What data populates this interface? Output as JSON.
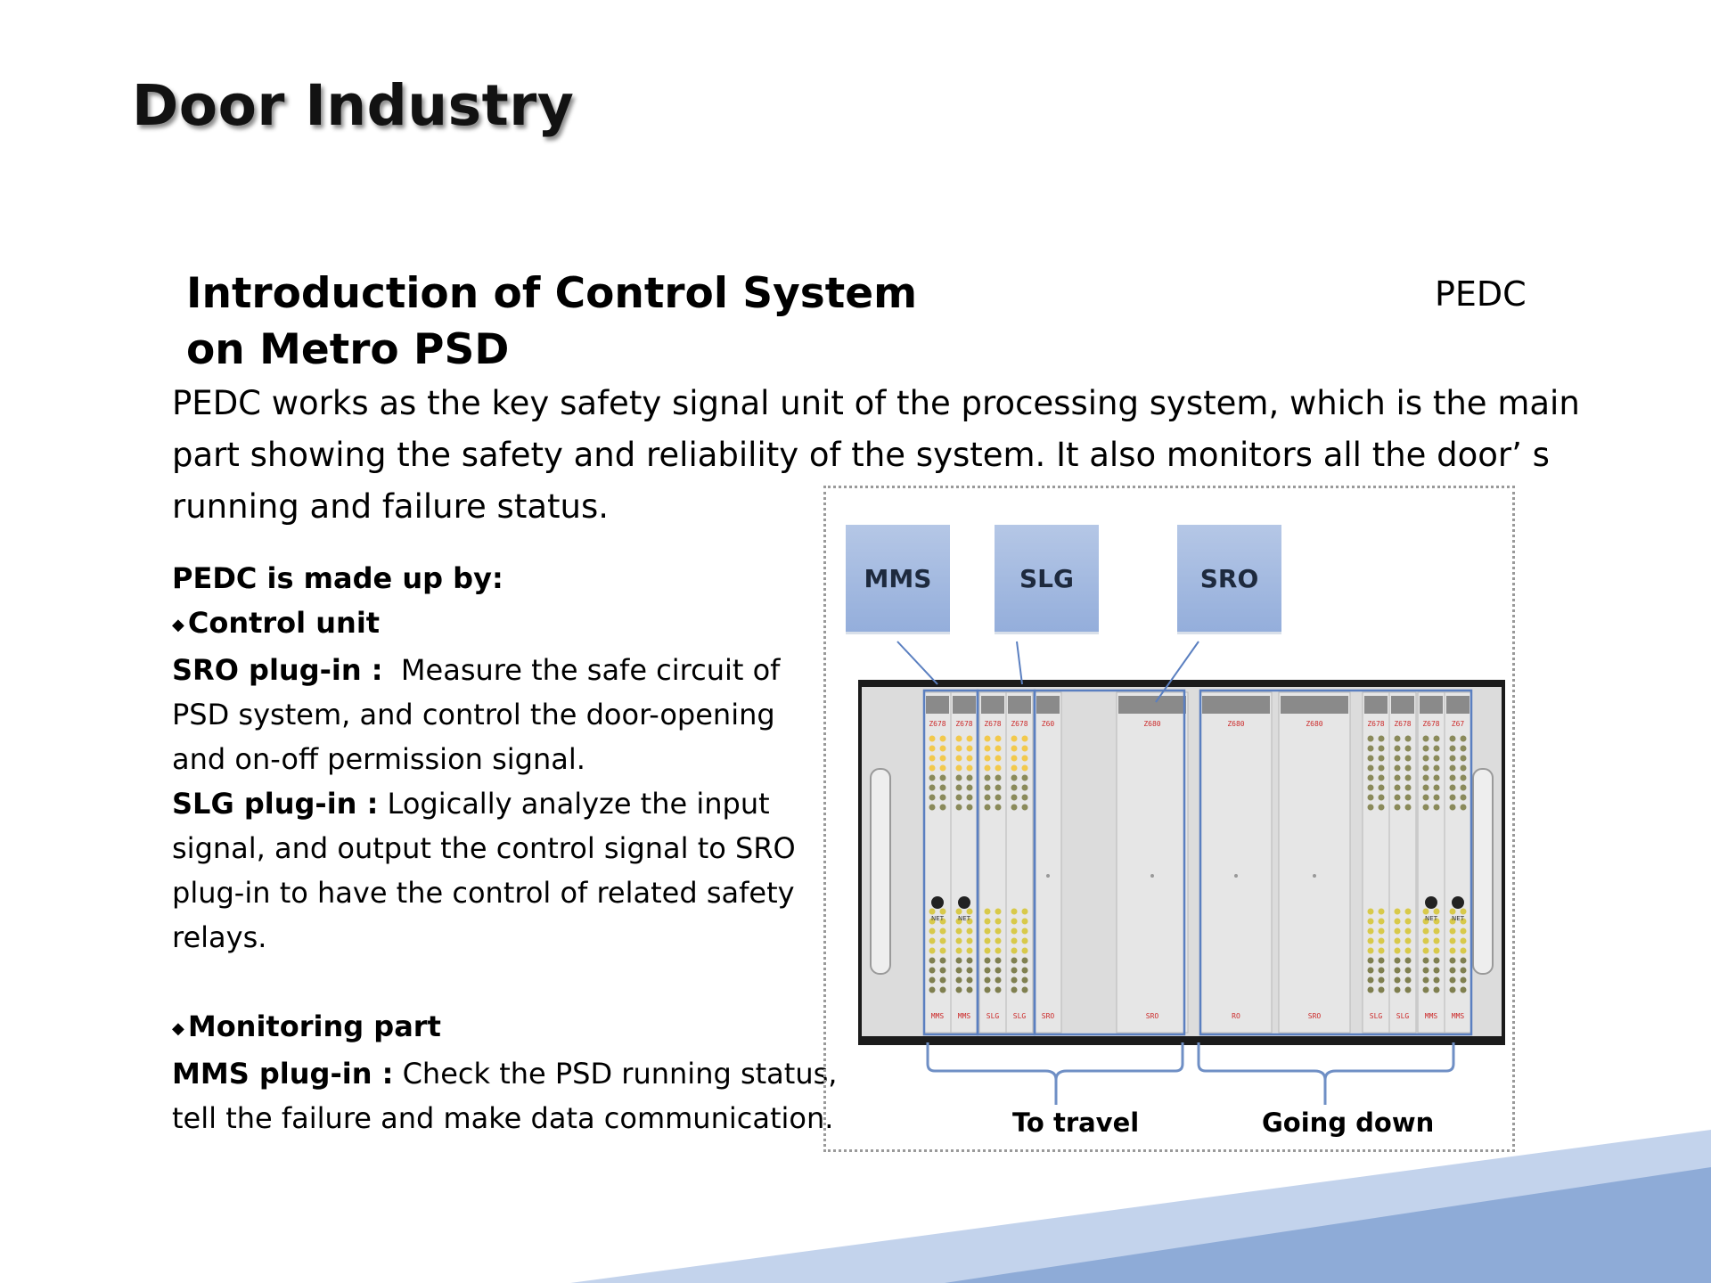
{
  "slide_title": "Door Industry",
  "section": {
    "title_line1": "Introduction of Control System",
    "title_line2": "on Metro PSD",
    "corner_label": "PEDC"
  },
  "intro": {
    "line1": "PEDC works as the key safety signal unit of the processing system, which is the main",
    "line2": "part showing the safety and reliability of the system. It also monitors all the door’ s",
    "line3": "running and failure status."
  },
  "details": {
    "made_up_by": "PEDC is made up by:",
    "bullet_glyph": "◆",
    "control_unit": "Control unit",
    "sro_label": "SRO plug-in :",
    "sro_text_1": "Measure the safe circuit of",
    "sro_text_2": "PSD system, and control the door-opening",
    "sro_text_3": "and on-off permission signal.",
    "slg_label": "SLG plug-in :",
    "slg_text_1": "Logically analyze the input",
    "slg_text_2": "signal, and  output the control signal to SRO",
    "slg_text_3": "plug-in to have the control of related safety",
    "slg_text_4": "relays.",
    "monitoring_part": "Monitoring part",
    "mms_label": "MMS plug-in :",
    "mms_text_1": "Check the PSD running status,",
    "mms_text_2": "tell the failure and make data communication."
  },
  "figure": {
    "boxes": [
      "MMS",
      "SLG",
      "SRO"
    ],
    "groups": [
      "To travel",
      "Going down"
    ],
    "card_top_labels": [
      "Z678",
      "Z678",
      "Z678",
      "Z678",
      "Z60",
      "Z680",
      "Z680",
      "Z680",
      "Z678",
      "Z678",
      "Z678",
      "Z67"
    ],
    "card_bottom_labels": [
      "MMS",
      "MMS",
      "SLG",
      "SLG",
      "SRO",
      "SRO",
      "RO",
      "SRO",
      "SLG",
      "SLG",
      "MMS",
      "MMS"
    ],
    "net_label": "NET"
  },
  "colors": {
    "box_fill": "#a3b9e0",
    "highlight_outline": "#5a7fc0",
    "bracket": "#6f8fc5",
    "corner_band_light": "#c3d3ec",
    "corner_band_dark": "#8eabd7"
  }
}
